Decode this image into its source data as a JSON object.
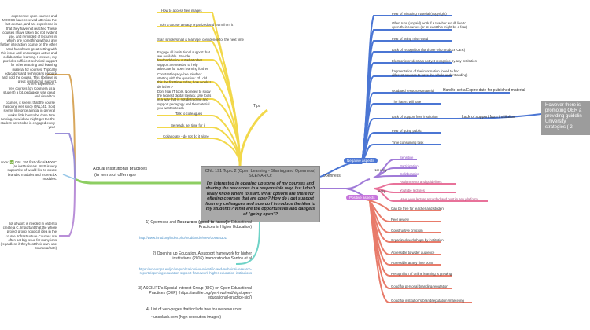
{
  "central": {
    "title": "ONL 191 Topic 2 (Open Learning - Sharing and Openness) SCENARIO:",
    "question": "I'm interested in opening up some of my courses and sharing the resources in a responsible way, but I don't really know where to start. What options are there for offering courses that are open? How do I get support from my colleagues and how do I introduce the idea to my students? What are the opportunities and dangers of \"going open\"?"
  },
  "branches": {
    "tips": {
      "label": "Tips",
      "items": [
        "How to access free images",
        "Join a course already organized and learn from it",
        "Start simple/small & learn/get confidence for the next time",
        "Engage all institutional support that are available. Provide feedback/voice out what other support are needed to help advocate for open learning further",
        "Constant legacy-free mindset: starting with the question: \"If I did this the first time today, how would I do it then?\"",
        "Dont fear IT tools. No need to show the highest digital literacy. Use tools in a way that is not distracting and support pedagogy and the material you want to teach",
        "Talk to colleagues",
        "Be ready, set time for it",
        "Collaborate - do not do it alone"
      ]
    },
    "openness": {
      "label": "Openness"
    },
    "negative": {
      "label": "Negative aspects",
      "items": [
        "Fear of misusing material (copyright)",
        "Often runs (unpaid) work if a teacher would like to open their courses (or at least this might be a fear)",
        "Fear of being miss-used",
        "Lack of recognition (for those who produce OER)",
        "Electronic credentials not yet recognize by any institution",
        "fragmentation of the information (need to find different sources to have the whole understanding)",
        "Outdated resources/material",
        "The haters will hate",
        "Lack of support from institution",
        "Fear of going public",
        "Time consuming task"
      ],
      "sub_outdated": "Hard to set a Expire date for published material",
      "sub_support": "Lack of support from institution",
      "note": "However there is promoting OER a providing guidelin University strategies ( 2"
    },
    "not_easy": {
      "label": "Not easy",
      "items": [
        "Sensitive",
        "Participation",
        "Collaboration"
      ]
    },
    "easy": {
      "label": "easy",
      "items": [
        "Assignments and guidelines",
        "Youtube lectures",
        "Have your lecture recorded and post in any platform"
      ]
    },
    "positive": {
      "label": "Positive aspects",
      "items": [
        "Can be free for teacher and student",
        "Peer review",
        "Constructive criticism",
        "Organized workshops by institution",
        "Accessible to wider audience",
        "Accessible at any time point",
        "Recognition of online learning is growing",
        "Good for personal branding/reputation",
        "Good for institution's brand/reputation /marketing"
      ]
    },
    "resources": {
      "r1_prefix": "1) Openness and ",
      "r1_bold": "Resources (good-to-know)",
      "r1_suffix": "in Educational Practices in Higher Education)",
      "r1_link": "http://www.inntd.org/index.php/mod/article/view/3096/4301",
      "r2": "2) Opening up Education. A support framework for higher institutions (2016) Inamorato dos Santos et al",
      "r2_link": "https://ec.europa.eu/jrc/en/publication/eur-scientific-and-technical-research-reports/opening-education-support-framework-higher-education-institutions",
      "r3": "3) ASCILITE's Special Interest Group (SIG) on Open Educational Practices (OEP) (https://ascilite.org/get-involved/sigs/open-educational-practice-sig/)",
      "r4": "4) List of web-pages that include free to use resources:",
      "r4_item": "unsplash.com (high-resolution images)"
    },
    "actual": {
      "label": "Actual institutional practices",
      "sublabel": "(in terms of offerings)"
    },
    "left": {
      "exp": "experience: open courses and MOOCS have received attention the last decade, and are experience is that they have not reached These courses I have taken did not evident use, and reminded of lectures in which one something without any further interaction course on the other hand has shown great setting with this issue and encourages active and collaborative learning. However, my provides sufficient technical support for other teaching and learning material for courses. Typically educators and technicians prepare and hold the course. This I believe is great institutional support.",
      "arnes_title": "Arne's experience:",
      "arnes": "free courses (on Coursera as a student) a lot, pedagogy was great and visual too",
      "courses": "courses, it seems that the course has gone well since ONL141. So it seems like once a initial in general works, little has to be done time running, new ideas might get the the student have to be in engaged every year",
      "nus": "ance: ✅ ONL 191 first official MOOC (as institutionals. NUS is very supportive of would like to create branded modules and more EdX modules.",
      "bottom": "lot of work is needed in order to create a C. Important that the whole project group ngogical idea in the course. Infrastructure Courses are often set big issue for many ions (regardless if they host their own, use Coursera/EdX)"
    }
  }
}
